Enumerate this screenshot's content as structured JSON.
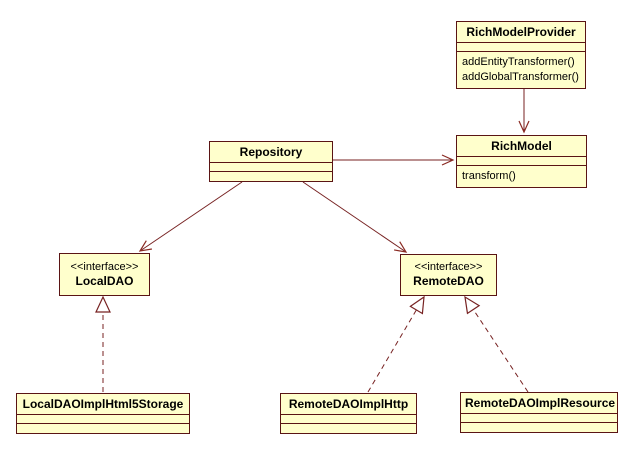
{
  "diagram": {
    "kind": "uml-class-diagram",
    "background_color": "#ffffff",
    "box_fill_color": "#ffffcc",
    "box_border_color": "#5a1414",
    "line_color": "#772222"
  },
  "classes": {
    "rich_model_provider": {
      "name": "RichModelProvider",
      "attributes": [],
      "methods": [
        "addEntityTransformer()",
        "addGlobalTransformer()"
      ]
    },
    "rich_model": {
      "name": "RichModel",
      "attributes": [],
      "methods": [
        "transform()"
      ]
    },
    "repository": {
      "name": "Repository",
      "attributes": [],
      "methods": []
    },
    "local_dao": {
      "stereotype": "<<interface>>",
      "name": "LocalDAO"
    },
    "remote_dao": {
      "stereotype": "<<interface>>",
      "name": "RemoteDAO"
    },
    "local_dao_impl_html5_storage": {
      "name": "LocalDAOImplHtml5Storage",
      "attributes": [],
      "methods": []
    },
    "remote_dao_impl_http": {
      "name": "RemoteDAOImplHttp",
      "attributes": [],
      "methods": []
    },
    "remote_dao_impl_resource": {
      "name": "RemoteDAOImplResource",
      "attributes": [],
      "methods": []
    }
  },
  "relationships": [
    {
      "from": "RichModelProvider",
      "to": "RichModel",
      "type": "directed-association",
      "line": "solid",
      "head": "open-arrow"
    },
    {
      "from": "Repository",
      "to": "RichModel",
      "type": "directed-association",
      "line": "solid",
      "head": "open-arrow"
    },
    {
      "from": "Repository",
      "to": "LocalDAO",
      "type": "directed-association",
      "line": "solid",
      "head": "open-arrow"
    },
    {
      "from": "Repository",
      "to": "RemoteDAO",
      "type": "directed-association",
      "line": "solid",
      "head": "open-arrow"
    },
    {
      "from": "LocalDAOImplHtml5Storage",
      "to": "LocalDAO",
      "type": "realization",
      "line": "dashed",
      "head": "hollow-triangle"
    },
    {
      "from": "RemoteDAOImplHttp",
      "to": "RemoteDAO",
      "type": "realization",
      "line": "dashed",
      "head": "hollow-triangle"
    },
    {
      "from": "RemoteDAOImplResource",
      "to": "RemoteDAO",
      "type": "realization",
      "line": "dashed",
      "head": "hollow-triangle"
    }
  ]
}
